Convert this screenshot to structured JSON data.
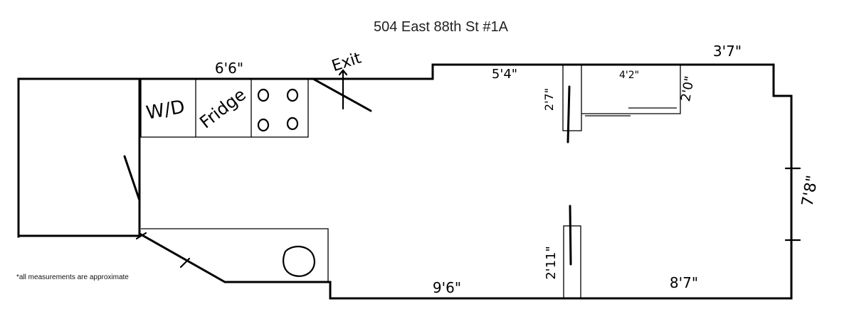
{
  "title": "504 East 88th St #1A",
  "note": "*all measurements are approximate",
  "labels": {
    "exit": "Exit",
    "wd": "W/D",
    "fridge": "Fridge"
  },
  "dimensions": {
    "kitchen_top": "6'6\"",
    "upper_mid": "5'4\"",
    "top_right": "3'7\"",
    "closet_width": "4'2\"",
    "closet_depth": "2'0\"",
    "upper_partition": "2'7\"",
    "right_side": "7'8\"",
    "lower_partition": "2'11\"",
    "bottom_left": "9'6\"",
    "bottom_right": "8'7\""
  }
}
